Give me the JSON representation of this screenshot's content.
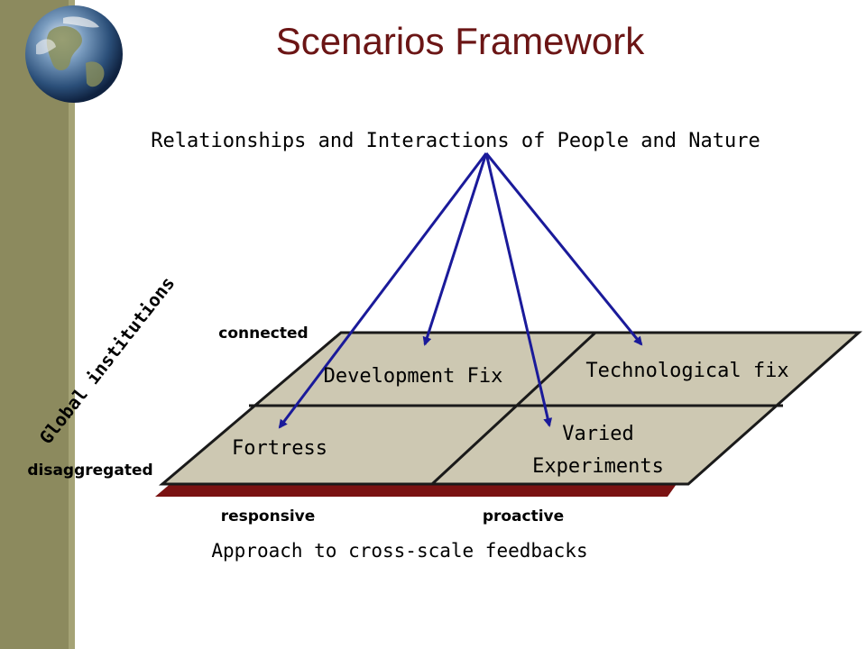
{
  "title": "Scenarios Framework",
  "top_label": "Relationships and Interactions of People and Nature",
  "y_axis": {
    "label": "Global institutions",
    "top": "connected",
    "bottom": "disaggregated"
  },
  "x_axis": {
    "label": "Approach to cross-scale feedbacks",
    "left": "responsive",
    "right": "proactive"
  },
  "quadrants": {
    "top_left": "Development Fix",
    "top_right": "Technological fix",
    "bottom_left": "Fortress",
    "bottom_right_line1": "Varied",
    "bottom_right_line2": "Experiments"
  },
  "colors": {
    "title": "#6b1515",
    "arrows": "#1a1a9a",
    "plane": "#cdc8b2",
    "plane_shadow": "#7a1212",
    "band": "#8c8a5e"
  },
  "icons": [
    "earth-globe-icon"
  ]
}
